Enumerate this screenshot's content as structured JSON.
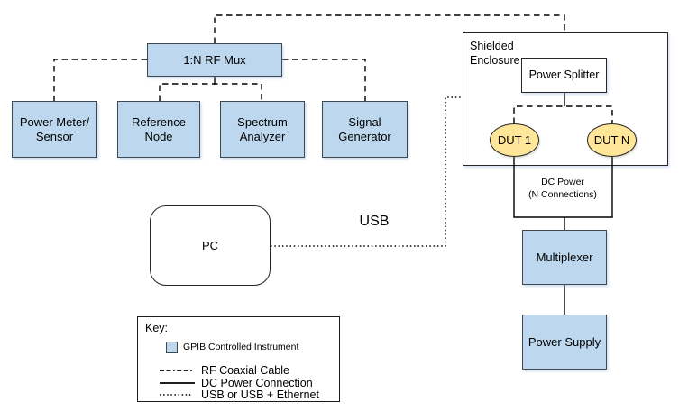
{
  "nodes": {
    "rf_mux": {
      "label": "1:N RF Mux"
    },
    "power_meter_sensor": {
      "lines": [
        "Power Meter/",
        "Sensor"
      ]
    },
    "reference_node": {
      "lines": [
        "Reference",
        "Node"
      ]
    },
    "spectrum_analyzer": {
      "lines": [
        "Spectrum",
        "Analyzer"
      ]
    },
    "signal_generator": {
      "lines": [
        "Signal",
        "Generator"
      ]
    },
    "shielded_enclosure": {
      "lines": [
        "Shielded",
        "Enclosure"
      ]
    },
    "power_splitter": {
      "label": "Power Splitter"
    },
    "dut_1": {
      "label": "DUT 1"
    },
    "dut_n": {
      "label": "DUT N"
    },
    "pc": {
      "label": "PC"
    },
    "multiplexer": {
      "label": "Multiplexer"
    },
    "power_supply": {
      "label": "Power Supply"
    }
  },
  "connection_labels": {
    "usb": "USB",
    "dc_power": {
      "lines": [
        "DC Power",
        "(N Connections)"
      ]
    }
  },
  "legend": {
    "title": "Key:",
    "items": [
      {
        "type": "instrument-swatch",
        "label": "GPIB Controlled Instrument"
      },
      {
        "type": "dash-dot-line",
        "label": "RF Coaxial Cable"
      },
      {
        "type": "solid-line",
        "label": "DC Power Connection"
      },
      {
        "type": "dotted-line",
        "label": "USB or USB + Ethernet"
      }
    ]
  },
  "colors": {
    "instrument_fill": "#BDD7EE",
    "instrument_border": "#40484f",
    "dut_fill": "#FFE699",
    "dut_border": "#262626",
    "connector": "#000000",
    "background": "#FFFFFF"
  }
}
